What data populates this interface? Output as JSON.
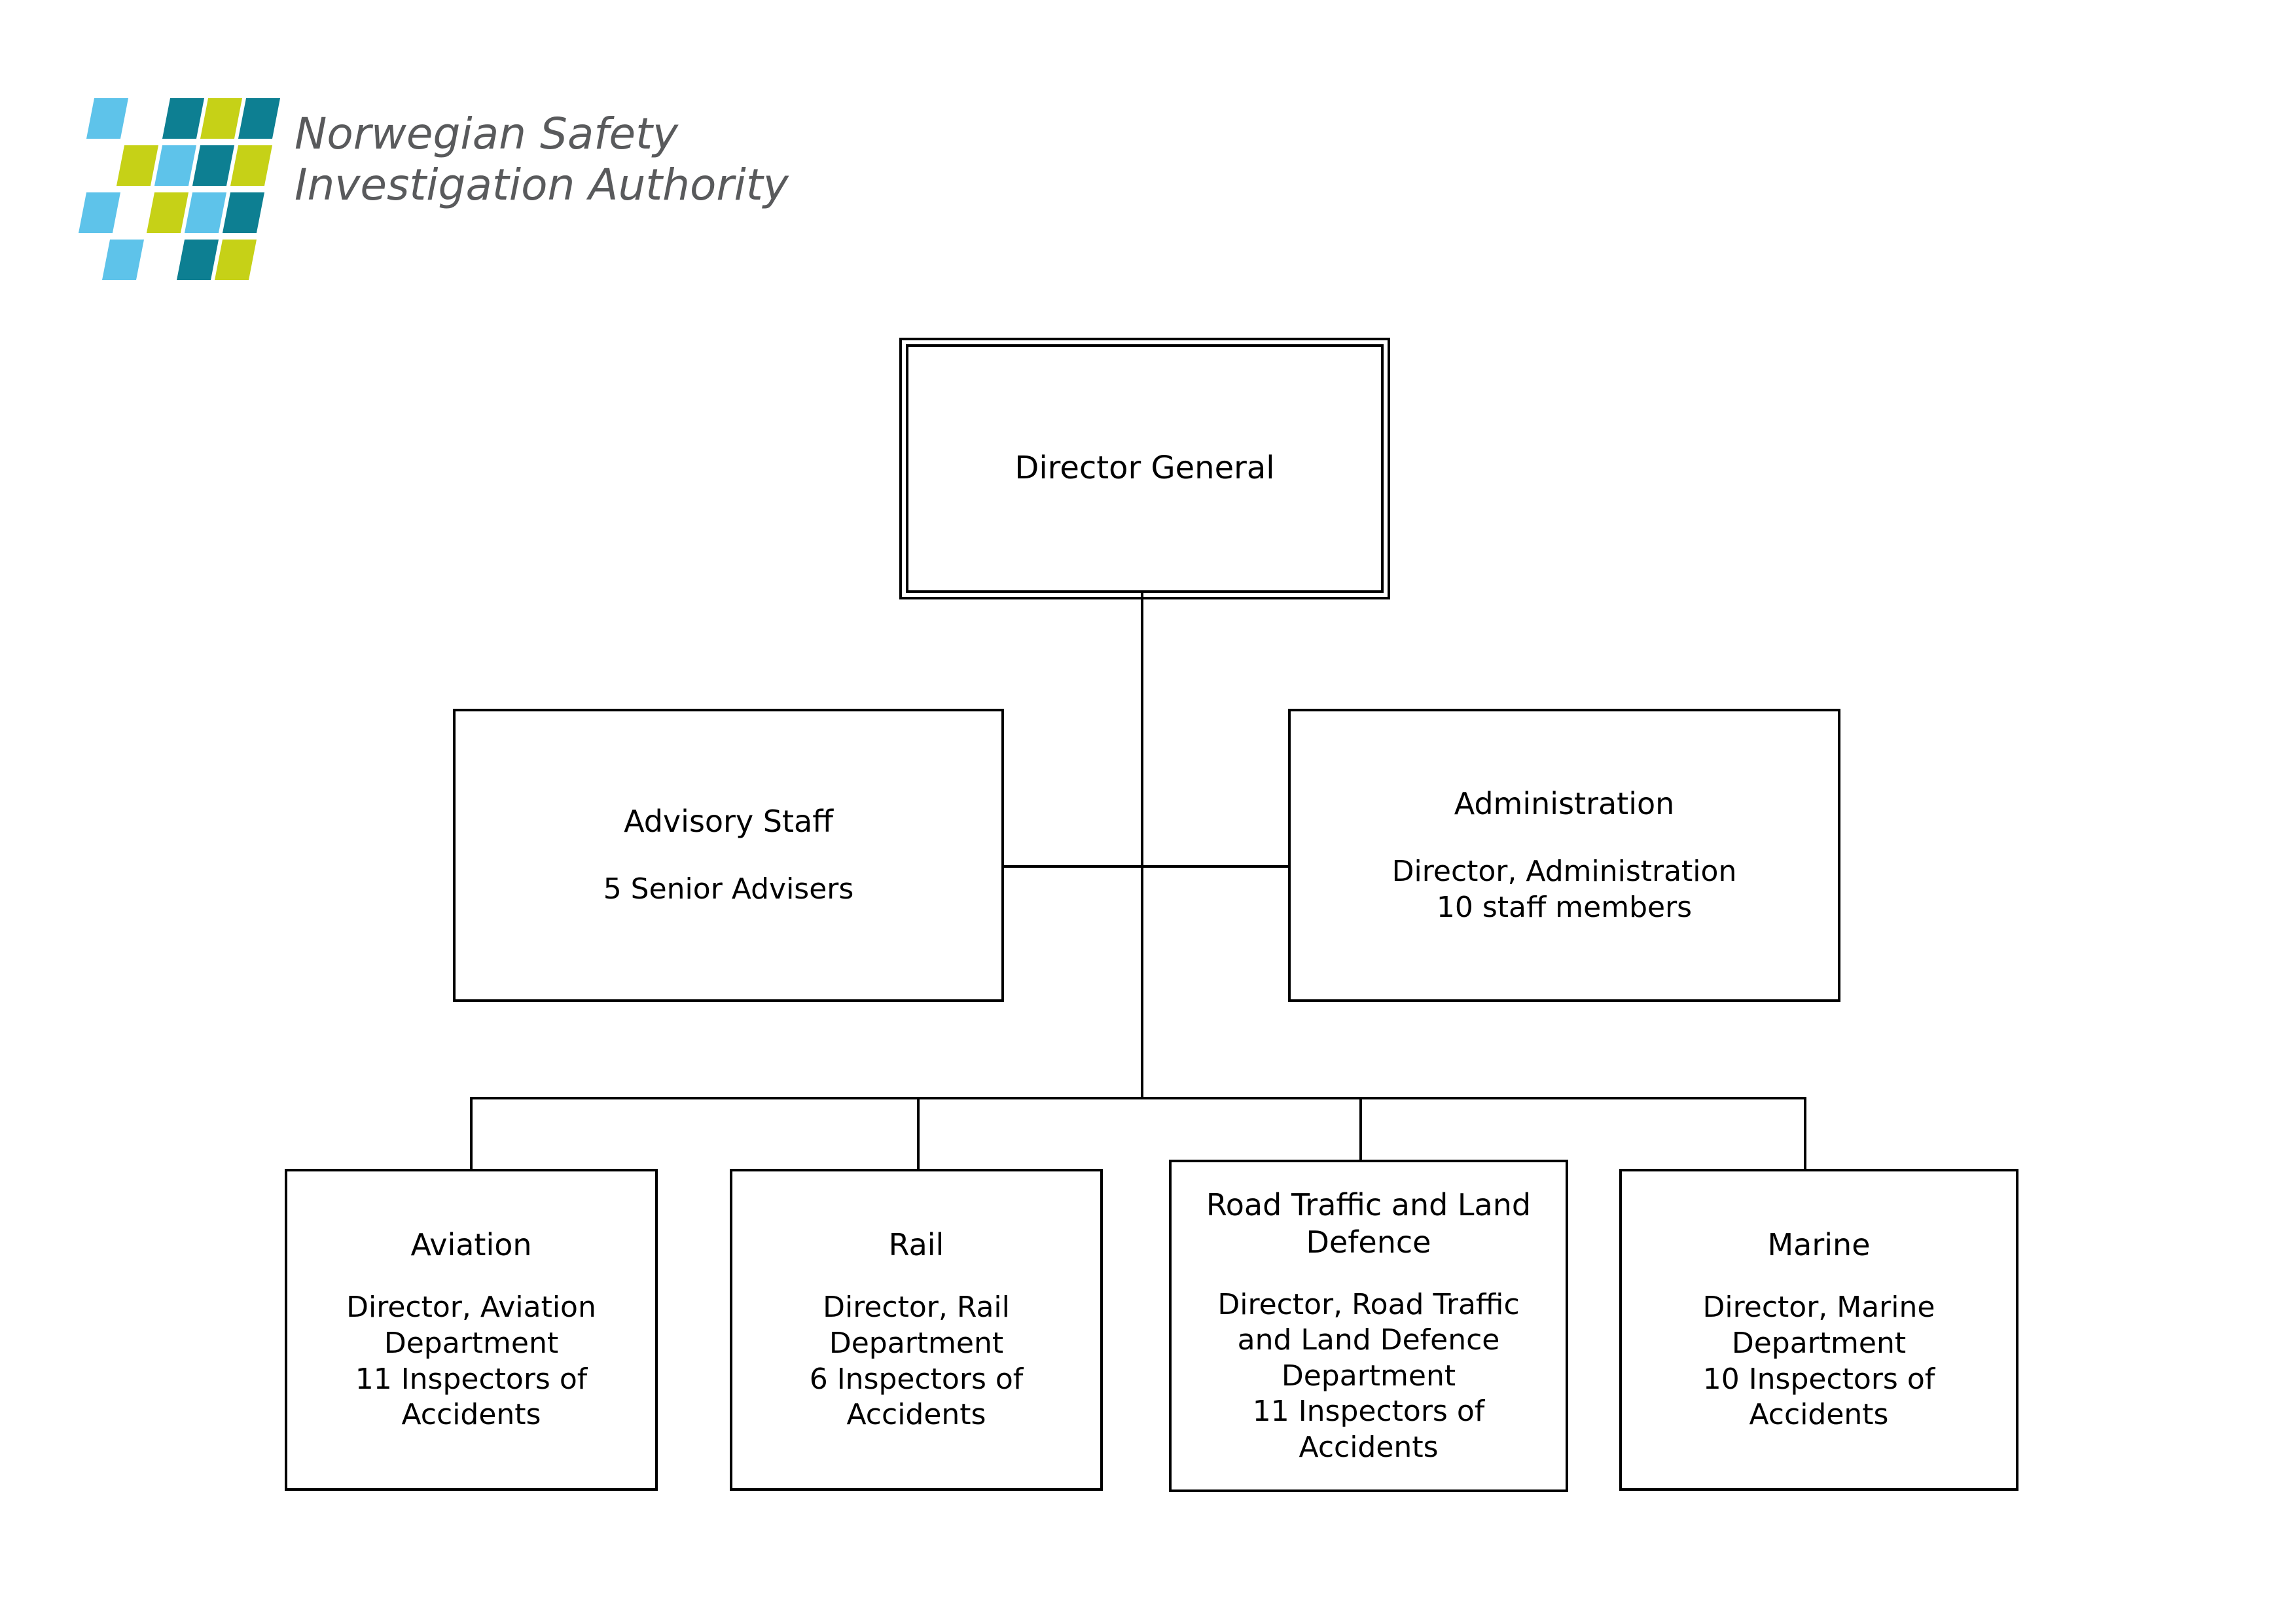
{
  "brand": {
    "name_line1": "Norwegian Safety",
    "name_line2": "Investigation Authority",
    "wordmark": "Norwegian Safety\nInvestigation Authority",
    "text_color": "#595a5c",
    "colors": {
      "light_blue": "#5ec3ea",
      "teal": "#0d7f92",
      "yellow_green": "#c6d117"
    },
    "logo_tiles": [
      {
        "row": 0,
        "col": 0,
        "color": "#5ec3ea"
      },
      {
        "row": 0,
        "col": 2,
        "color": "#0d7f92"
      },
      {
        "row": 0,
        "col": 3,
        "color": "#c6d117"
      },
      {
        "row": 0,
        "col": 4,
        "color": "#0d7f92"
      },
      {
        "row": 1,
        "col": 1,
        "color": "#c6d117"
      },
      {
        "row": 1,
        "col": 2,
        "color": "#5ec3ea"
      },
      {
        "row": 1,
        "col": 3,
        "color": "#0d7f92"
      },
      {
        "row": 1,
        "col": 4,
        "color": "#c6d117"
      },
      {
        "row": 2,
        "col": 0,
        "color": "#5ec3ea"
      },
      {
        "row": 2,
        "col": 2,
        "color": "#c6d117"
      },
      {
        "row": 2,
        "col": 3,
        "color": "#5ec3ea"
      },
      {
        "row": 2,
        "col": 4,
        "color": "#0d7f92"
      },
      {
        "row": 3,
        "col": 1,
        "color": "#5ec3ea"
      },
      {
        "row": 3,
        "col": 3,
        "color": "#0d7f92"
      },
      {
        "row": 3,
        "col": 4,
        "color": "#c6d117"
      }
    ]
  },
  "chart_data": {
    "type": "diagram",
    "diagram_type": "organisation-chart",
    "title": "Norwegian Safety Investigation Authority",
    "nodes": [
      {
        "id": "director-general",
        "level": 0,
        "title": "Director General",
        "subtitle": "",
        "style": "double-border"
      },
      {
        "id": "advisory-staff",
        "level": 1,
        "relation": "staff",
        "title": "Advisory Staff",
        "subtitle": "5 Senior Advisers"
      },
      {
        "id": "administration",
        "level": 1,
        "relation": "staff",
        "title": "Administration",
        "subtitle": "Director, Administration\n10 staff members"
      },
      {
        "id": "aviation",
        "level": 2,
        "relation": "department",
        "title": "Aviation",
        "subtitle": "Director, Aviation\nDepartment\n11 Inspectors of\nAccidents"
      },
      {
        "id": "rail",
        "level": 2,
        "relation": "department",
        "title": "Rail",
        "subtitle": "Director, Rail\nDepartment\n6 Inspectors of\nAccidents"
      },
      {
        "id": "road-traffic-land-defence",
        "level": 2,
        "relation": "department",
        "title": "Road Traffic and Land\nDefence",
        "subtitle": "Director, Road Traffic\nand Land Defence\nDepartment\n11 Inspectors of\nAccidents"
      },
      {
        "id": "marine",
        "level": 2,
        "relation": "department",
        "title": "Marine",
        "subtitle": "Director, Marine\nDepartment\n10 Inspectors of\nAccidents"
      }
    ],
    "edges": [
      {
        "from": "director-general",
        "to": "advisory-staff"
      },
      {
        "from": "director-general",
        "to": "administration"
      },
      {
        "from": "director-general",
        "to": "aviation"
      },
      {
        "from": "director-general",
        "to": "rail"
      },
      {
        "from": "director-general",
        "to": "road-traffic-land-defence"
      },
      {
        "from": "director-general",
        "to": "marine"
      }
    ],
    "headcount": {
      "senior_advisers": 5,
      "administration_staff": 10,
      "aviation_inspectors": 11,
      "rail_inspectors": 6,
      "road_traffic_land_defence_inspectors": 11,
      "marine_inspectors": 10
    },
    "line_color": "#000000",
    "background": "#ffffff"
  }
}
